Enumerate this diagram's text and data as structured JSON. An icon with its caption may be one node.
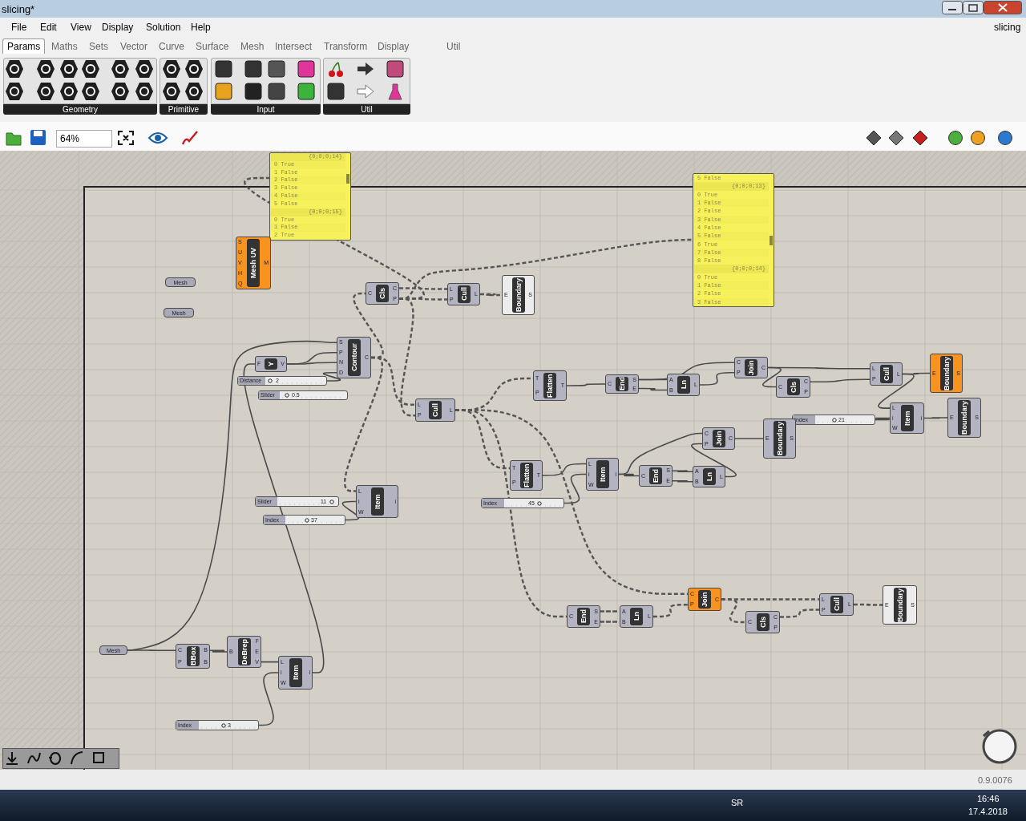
{
  "diagram": {
    "nodes": [
      {
        "text": [
          "{0;0;0;14}",
          "0 True",
          "1 False",
          "2 False",
          "3 False",
          "4 False",
          "5 False",
          "{0;0;0;15}",
          "0 True",
          "1 False",
          "2 True"
        ]
      },
      {
        "text": [
          "5 False",
          "{0;0;0;13}",
          "0 True",
          "1 False",
          "2 False",
          "3 False",
          "4 False",
          "5 False",
          "6 True",
          "7 False",
          "8 False",
          "{0;0;0;14}",
          "0 True",
          "1 False",
          "2 False",
          "3 False"
        ]
      },
      {
        "text": [
          "Mesh UV",
          "S",
          "U",
          "V",
          "H",
          "Q",
          "M"
        ]
      },
      {
        "text": [
          "Mesh"
        ]
      },
      {
        "text": [
          "Mesh"
        ]
      },
      {
        "text": [
          "Cls",
          "C",
          "C",
          "P"
        ]
      },
      {
        "text": [
          "Cull",
          "L",
          "P",
          "L"
        ]
      },
      {
        "text": [
          "Boundary",
          "E",
          "S"
        ]
      },
      {
        "text": [
          "Y",
          "F",
          "V"
        ]
      },
      {
        "text": [
          "Contour",
          "S",
          "P",
          "N",
          "D",
          "C"
        ]
      },
      {
        "text": [
          "Distance",
          "2"
        ]
      },
      {
        "text": [
          "Slider",
          "0.5"
        ]
      },
      {
        "text": [
          "Cull",
          "L",
          "P",
          "L"
        ]
      },
      {
        "text": [
          "Flatten",
          "T",
          "P",
          "T"
        ]
      },
      {
        "text": [
          "End",
          "C",
          "S",
          "E"
        ]
      },
      {
        "text": [
          "Ln",
          "A",
          "B",
          "L"
        ]
      },
      {
        "text": [
          "Join",
          "C",
          "P",
          "C"
        ]
      },
      {
        "text": [
          "Cls",
          "C",
          "C",
          "P"
        ]
      },
      {
        "text": [
          "Cull",
          "L",
          "P",
          "L"
        ]
      },
      {
        "text": [
          "Boundary",
          "E",
          "S"
        ]
      },
      {
        "text": [
          "Index",
          "21"
        ]
      },
      {
        "text": [
          "Item",
          "L",
          "i",
          "W",
          "i"
        ]
      },
      {
        "text": [
          "Boundary",
          "E",
          "S"
        ]
      },
      {
        "text": [
          "Join",
          "C",
          "P",
          "C"
        ]
      },
      {
        "text": [
          "Boundary",
          "E",
          "S"
        ]
      },
      {
        "text": [
          "Flatten",
          "T",
          "P",
          "T"
        ]
      },
      {
        "text": [
          "Item",
          "L",
          "i",
          "W",
          "i"
        ]
      },
      {
        "text": [
          "End",
          "C",
          "S",
          "E"
        ]
      },
      {
        "text": [
          "Ln",
          "A",
          "B",
          "L"
        ]
      },
      {
        "text": [
          "Index",
          "45"
        ]
      },
      {
        "text": [
          "Slider",
          "11"
        ]
      },
      {
        "text": [
          "Index",
          "37"
        ]
      },
      {
        "text": [
          "Item",
          "L",
          "i",
          "W",
          "i"
        ]
      },
      {
        "text": [
          "Join",
          "C",
          "P",
          "C"
        ]
      },
      {
        "text": [
          "End",
          "C",
          "S",
          "E"
        ]
      },
      {
        "text": [
          "Ln",
          "A",
          "B",
          "L"
        ]
      },
      {
        "text": [
          "Cls",
          "C",
          "C",
          "P"
        ]
      },
      {
        "text": [
          "Cull",
          "L",
          "P",
          "L"
        ]
      },
      {
        "text": [
          "Boundary",
          "E",
          "S"
        ]
      },
      {
        "text": [
          "Mesh"
        ]
      },
      {
        "text": [
          "BBox",
          "C",
          "P",
          "B",
          "B"
        ]
      },
      {
        "text": [
          "DeBrep",
          "B",
          "F",
          "E",
          "V"
        ]
      },
      {
        "text": [
          "Item",
          "L",
          "i",
          "W",
          "i"
        ]
      },
      {
        "text": [
          "Index",
          "3"
        ]
      }
    ],
    "edges": [
      {
        "from": 39,
        "to": 40,
        "arrow": "none"
      },
      {
        "from": 39,
        "to": 9,
        "arrow": "none"
      },
      {
        "from": 8,
        "to": 9,
        "arrow": "none"
      },
      {
        "from": 8,
        "to": 9,
        "arrow": "none"
      },
      {
        "from": 10,
        "to": 9,
        "arrow": "none"
      },
      {
        "from": 42,
        "to": 8,
        "arrow": "none"
      },
      {
        "from": 43,
        "to": 42,
        "arrow": "none"
      },
      {
        "from": 40,
        "to": 41,
        "arrow": "none"
      },
      {
        "from": 41,
        "to": 42,
        "arrow": "none"
      },
      {
        "from": 31,
        "to": 32,
        "arrow": "none"
      },
      {
        "from": 29,
        "to": 26,
        "arrow": "none"
      },
      {
        "from": 25,
        "to": 26,
        "arrow": "none"
      },
      {
        "from": 26,
        "to": 27,
        "arrow": "none"
      },
      {
        "from": 27,
        "to": 28,
        "arrow": "none"
      },
      {
        "from": 27,
        "to": 28,
        "arrow": "none"
      },
      {
        "from": 26,
        "to": 23,
        "arrow": "none"
      },
      {
        "from": 28,
        "to": 23,
        "arrow": "none"
      },
      {
        "from": 23,
        "to": 24,
        "arrow": "none"
      },
      {
        "from": 13,
        "to": 14,
        "arrow": "none"
      },
      {
        "from": 14,
        "to": 15,
        "arrow": "none"
      },
      {
        "from": 14,
        "to": 15,
        "arrow": "none"
      },
      {
        "from": 14,
        "to": 16,
        "arrow": "none"
      },
      {
        "from": 15,
        "to": 16,
        "arrow": "none"
      },
      {
        "from": 16,
        "to": 18,
        "arrow": "none"
      },
      {
        "from": 16,
        "to": 17,
        "arrow": "none"
      },
      {
        "from": 17,
        "to": 18,
        "arrow": "none"
      },
      {
        "from": 18,
        "to": 19,
        "arrow": "none"
      },
      {
        "from": 18,
        "to": 21,
        "arrow": "none"
      },
      {
        "from": 20,
        "to": 21,
        "arrow": "none"
      },
      {
        "from": 21,
        "to": 22,
        "arrow": "none"
      },
      {
        "from": 5,
        "to": 0,
        "arrow": "none",
        "style": "dashed"
      },
      {
        "from": 5,
        "to": 6,
        "arrow": "none",
        "style": "dashed"
      },
      {
        "from": 5,
        "to": 6,
        "arrow": "none",
        "style": "dashed"
      },
      {
        "from": 5,
        "to": 1,
        "arrow": "none",
        "style": "dashed"
      },
      {
        "from": 6,
        "to": 7,
        "arrow": "none",
        "style": "dashed"
      },
      {
        "from": 9,
        "to": 5,
        "arrow": "none",
        "style": "dashed"
      },
      {
        "from": 9,
        "to": 12,
        "arrow": "none",
        "style": "dashed"
      },
      {
        "from": 5,
        "to": 12,
        "arrow": "none",
        "style": "dashed"
      },
      {
        "from": 9,
        "to": 32,
        "arrow": "none",
        "style": "dashed"
      },
      {
        "from": 12,
        "to": 13,
        "arrow": "none",
        "style": "dashed"
      },
      {
        "from": 12,
        "to": 25,
        "arrow": "none",
        "style": "dashed"
      },
      {
        "from": 12,
        "to": 34,
        "arrow": "none",
        "style": "dashed"
      },
      {
        "from": 12,
        "to": 33,
        "arrow": "none",
        "style": "dashed"
      },
      {
        "from": 34,
        "to": 35,
        "arrow": "none",
        "style": "dashed"
      },
      {
        "from": 34,
        "to": 35,
        "arrow": "none",
        "style": "dashed"
      },
      {
        "from": 35,
        "to": 33,
        "arrow": "none",
        "style": "dashed"
      },
      {
        "from": 33,
        "to": 37,
        "arrow": "none",
        "style": "dashed"
      },
      {
        "from": 33,
        "to": 36,
        "arrow": "none",
        "style": "dashed"
      },
      {
        "from": 36,
        "to": 37,
        "arrow": "none",
        "style": "dashed"
      },
      {
        "from": 37,
        "to": 38,
        "arrow": "none",
        "style": "dashed"
      }
    ],
    "labels": [
      "slicing*",
      "File",
      "Edit",
      "View",
      "Display",
      "Solution",
      "Help",
      "slicing",
      "Params",
      "Maths",
      "Sets",
      "Vector",
      "Curve",
      "Surface",
      "Mesh",
      "Intersect",
      "Transform",
      "Display",
      "Util",
      "Geometry",
      "Primitive",
      "Input",
      "Util",
      "64%",
      "0.9.0076",
      "SR",
      "16:46",
      "17.4.2018"
    ]
  }
}
